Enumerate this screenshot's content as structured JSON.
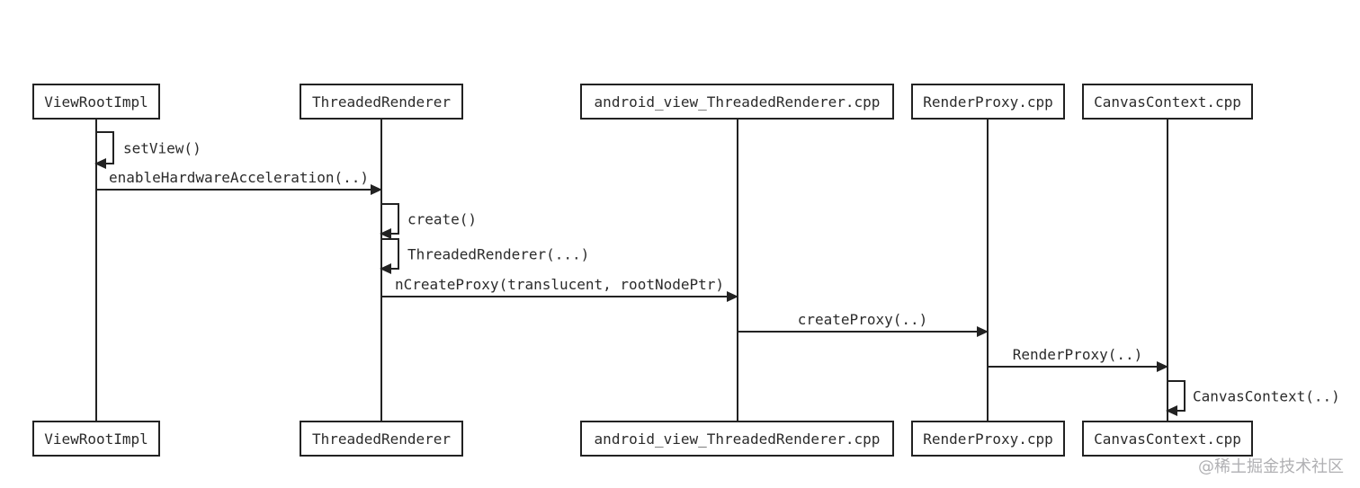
{
  "diagram": {
    "type": "uml-sequence",
    "participants": [
      {
        "name": "ViewRootImpl"
      },
      {
        "name": "ThreadedRenderer"
      },
      {
        "name": "android_view_ThreadedRenderer.cpp"
      },
      {
        "name": "RenderProxy.cpp"
      },
      {
        "name": "CanvasContext.cpp"
      }
    ],
    "messages": [
      {
        "label": "setView()",
        "from": "ViewRootImpl",
        "to": "ViewRootImpl",
        "kind": "self"
      },
      {
        "label": "enableHardwareAcceleration(..)",
        "from": "ViewRootImpl",
        "to": "ThreadedRenderer",
        "kind": "arrow"
      },
      {
        "label": "create()",
        "from": "ThreadedRenderer",
        "to": "ThreadedRenderer",
        "kind": "self"
      },
      {
        "label": "ThreadedRenderer(...)",
        "from": "ThreadedRenderer",
        "to": "ThreadedRenderer",
        "kind": "self"
      },
      {
        "label": "nCreateProxy(translucent, rootNodePtr)",
        "from": "ThreadedRenderer",
        "to": "android_view_ThreadedRenderer.cpp",
        "kind": "arrow"
      },
      {
        "label": "createProxy(..)",
        "from": "android_view_ThreadedRenderer.cpp",
        "to": "RenderProxy.cpp",
        "kind": "arrow"
      },
      {
        "label": "RenderProxy(..)",
        "from": "RenderProxy.cpp",
        "to": "CanvasContext.cpp",
        "kind": "arrow"
      },
      {
        "label": "CanvasContext(..)",
        "from": "CanvasContext.cpp",
        "to": "CanvasContext.cpp",
        "kind": "self"
      }
    ],
    "colors": {
      "line": "#222222",
      "text": "#2b2b2b",
      "background": "#ffffff",
      "watermark": "#b0b0b3"
    }
  },
  "watermark": {
    "text": "@稀土掘金技术社区"
  }
}
